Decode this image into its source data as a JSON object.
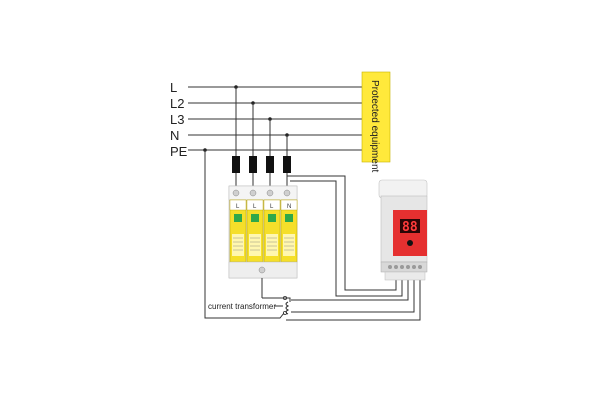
{
  "lines": [
    {
      "id": "L",
      "label": "L"
    },
    {
      "id": "L2",
      "label": "L2"
    },
    {
      "id": "L3",
      "label": "L3"
    },
    {
      "id": "N",
      "label": "N"
    },
    {
      "id": "PE",
      "label": "PE"
    }
  ],
  "protected_equipment": {
    "label": "Protected equipment",
    "color": "#ffe93b"
  },
  "current_transformer": {
    "label": "current transformer"
  },
  "spd": {
    "body_color": "#f5df2a",
    "module_letters": [
      "L",
      "L",
      "L",
      "N"
    ]
  },
  "monitor": {
    "display_text": "88",
    "panel_color": "#e53030",
    "housing_color": "#e6e6e6"
  }
}
